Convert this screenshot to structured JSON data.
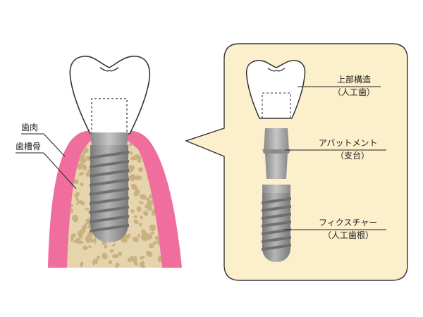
{
  "labels": {
    "gum": "歯肉",
    "alveolar_bone": "歯槽骨",
    "crown": "上部構造",
    "crown_note": "（人工歯）",
    "abutment": "アバットメント",
    "abutment_note": "（支台）",
    "fixture": "フィクスチャー",
    "fixture_note": "（人工歯根）"
  },
  "colors": {
    "gum": "#f06e9d",
    "bone": "#e6d4ad",
    "bone_spots": "#c8b183",
    "panel_bg": "#fcefcb",
    "metal": "#9c9c9c",
    "metal_dark": "#6f6f6f",
    "crown": "#ffffff",
    "outline": "#333333"
  }
}
